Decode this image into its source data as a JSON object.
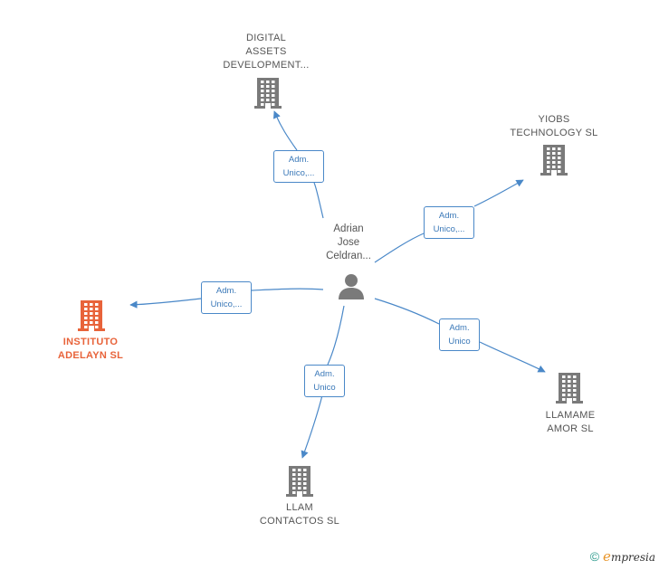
{
  "center": {
    "name_lines": [
      "Adrian",
      "Jose",
      "Celdran..."
    ],
    "icon": "person-icon"
  },
  "companies": [
    {
      "id": "digital",
      "lines": [
        "DIGITAL",
        "ASSETS",
        "DEVELOPMENT..."
      ],
      "highlight": false
    },
    {
      "id": "yiobs",
      "lines": [
        "YIOBS",
        "TECHNOLOGY SL"
      ],
      "highlight": false
    },
    {
      "id": "instituto",
      "lines": [
        "INSTITUTO",
        "ADELAYN  SL"
      ],
      "highlight": true
    },
    {
      "id": "llamame",
      "lines": [
        "LLAMAME",
        "AMOR SL"
      ],
      "highlight": false
    },
    {
      "id": "llam",
      "lines": [
        "LLAM",
        "CONTACTOS SL"
      ],
      "highlight": false
    }
  ],
  "edges": [
    {
      "to": "digital",
      "label_lines": [
        "Adm.",
        "Unico,..."
      ]
    },
    {
      "to": "yiobs",
      "label_lines": [
        "Adm.",
        "Unico,..."
      ]
    },
    {
      "to": "instituto",
      "label_lines": [
        "Adm.",
        "Unico,..."
      ]
    },
    {
      "to": "llamame",
      "label_lines": [
        "Adm.",
        "Unico"
      ]
    },
    {
      "to": "llam",
      "label_lines": [
        "Adm.",
        "Unico"
      ]
    }
  ],
  "colors": {
    "edge": "#4a88c8",
    "building": "#7a7a7a",
    "building_highlight": "#e8633a"
  },
  "footer": {
    "copyright": "©",
    "brand_initial": "e",
    "brand_rest": "mpresia"
  }
}
